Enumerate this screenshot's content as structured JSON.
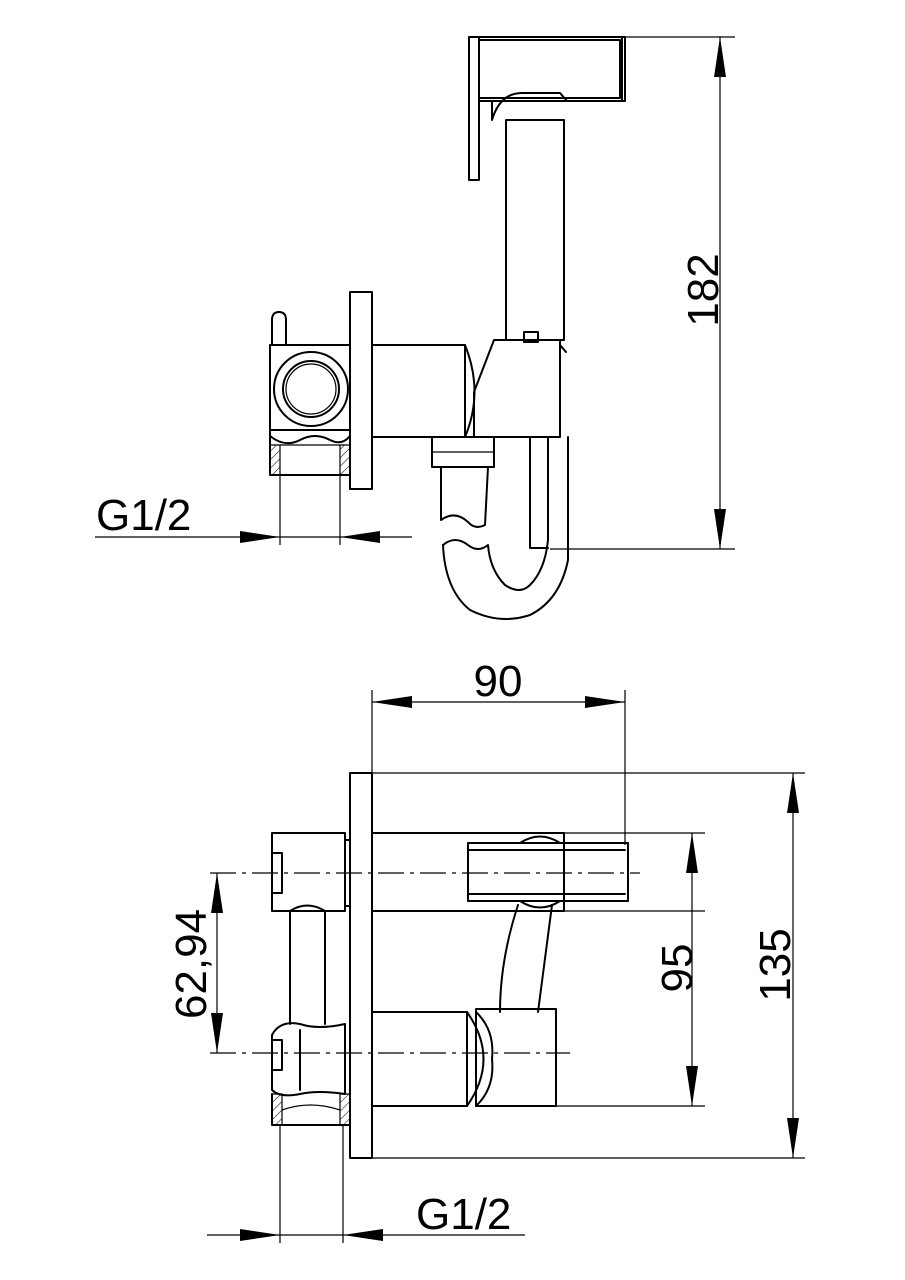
{
  "side_view": {
    "thread_label": "G1/2",
    "height_label": "182"
  },
  "front_view": {
    "width_label": "90",
    "centers_label": "62,94",
    "handle_height_label": "95",
    "total_height_label": "135",
    "thread_label": "G1/2"
  }
}
